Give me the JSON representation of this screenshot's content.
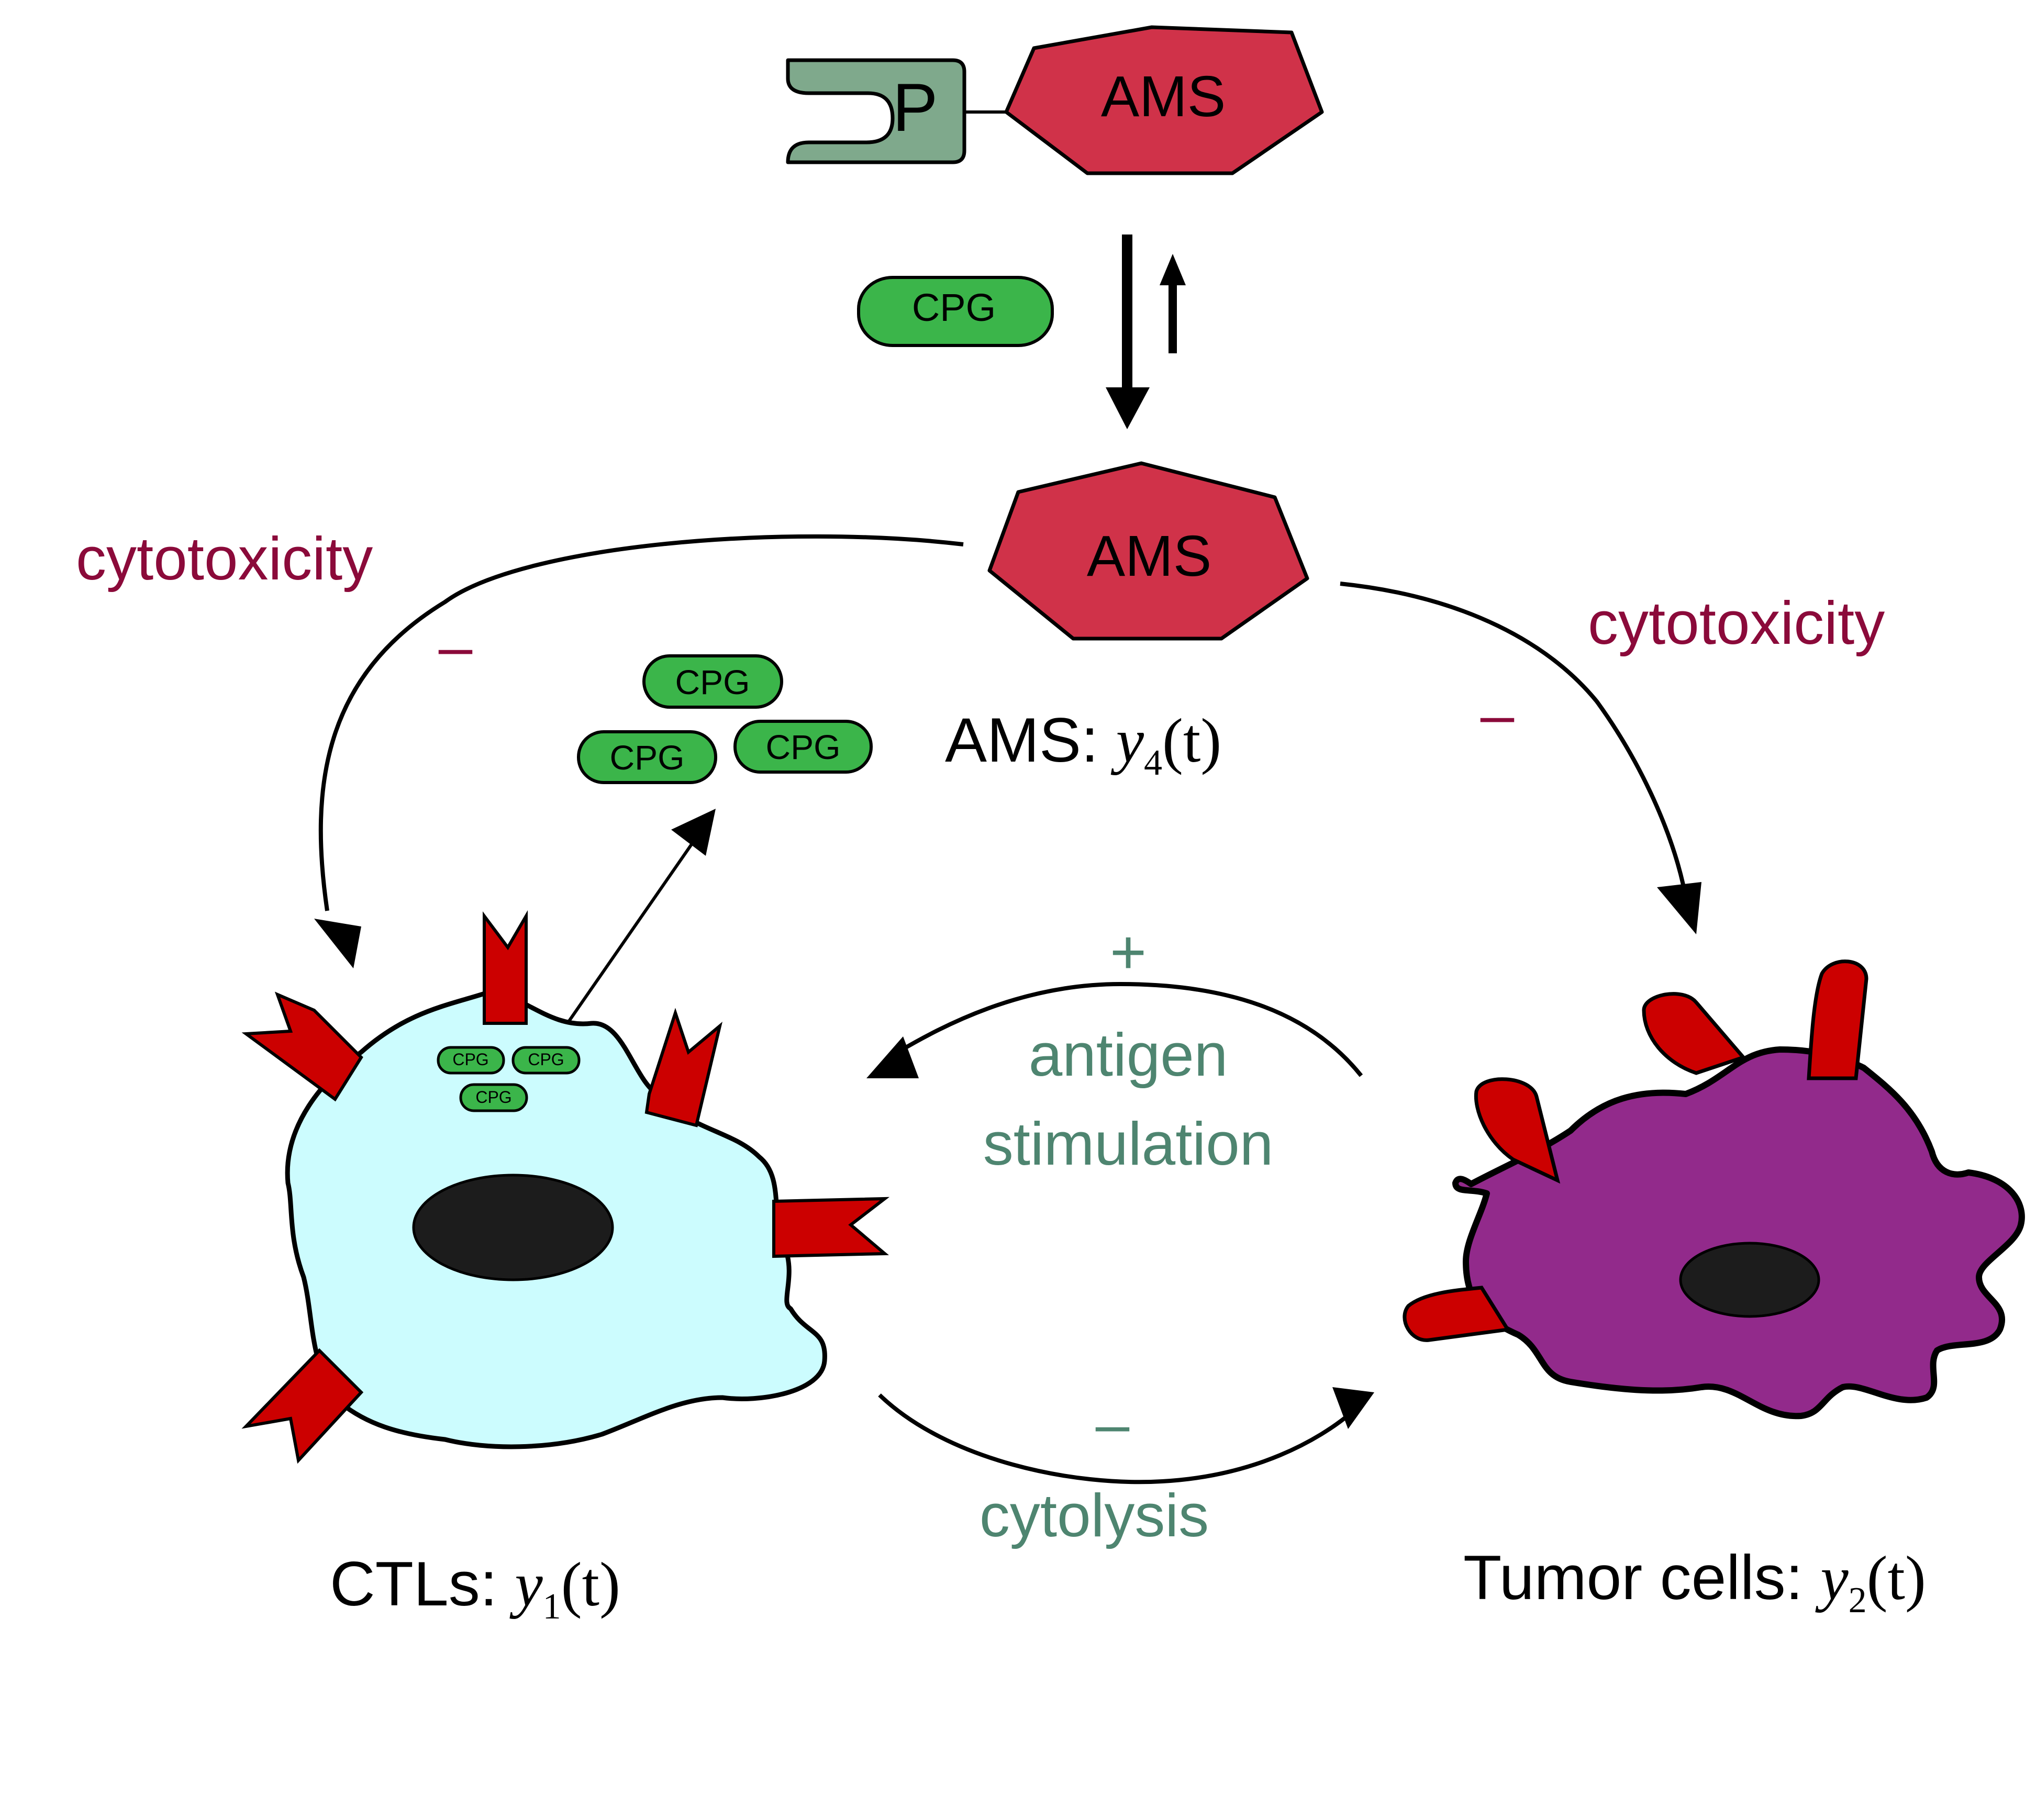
{
  "molecules": {
    "prodrug_p_label": "P",
    "prodrug_ams_label": "AMS",
    "free_ams_label": "AMS",
    "cpg_label": "CPG"
  },
  "labels": {
    "cytotoxicity_left": "cytotoxicity",
    "cytotoxicity_right": "cytotoxicity",
    "minus_left": "–",
    "minus_right": "–",
    "plus": "+",
    "antigen_line1": "antigen",
    "antigen_line2": "stimulation",
    "minus_bottom": "–",
    "cytolysis": "cytolysis"
  },
  "variables": {
    "ams": {
      "prefix": "AMS: ",
      "var": "y",
      "sub": "4",
      "suffix": "(t)"
    },
    "ctl": {
      "prefix": "CTLs: ",
      "var": "y",
      "sub": "1",
      "suffix": "(t)"
    },
    "tumor": {
      "prefix": "Tumor cells: ",
      "var": "y",
      "sub": "2",
      "suffix": "(t)"
    }
  },
  "colors": {
    "ams_fill": "#d03249",
    "prodrug_fill": "#7fa98c",
    "cpg_fill": "#3bb54a",
    "ctl_fill": "#ccfcfe",
    "tumor_fill": "#922a8b",
    "receptor_fill": "#cc0000",
    "nucleus_fill": "#1c1c1c",
    "red_label": "#8b0a3a",
    "green_label": "#4e8570"
  }
}
